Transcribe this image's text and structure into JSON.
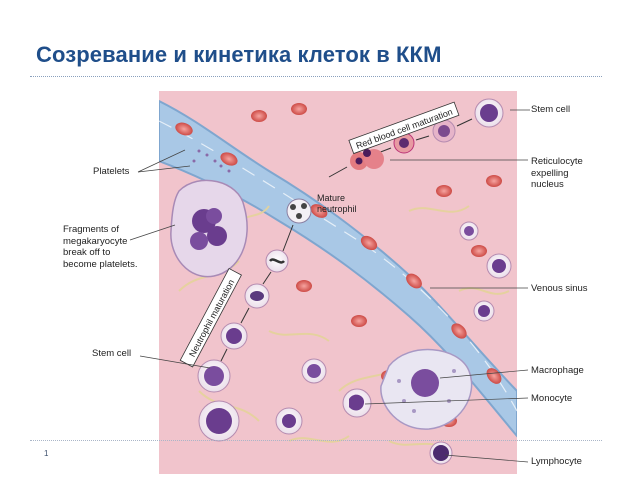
{
  "slide": {
    "title": "Созревание и кинетика клеток в ККМ",
    "page_number": "1"
  },
  "diagram": {
    "labels_left": {
      "platelets": "Platelets",
      "fragments": "Fragments of\nmegakaryocyte\nbreak off to\nbecome platelets.",
      "stem_cell": "Stem cell"
    },
    "labels_right": {
      "stem_cell": "Stem cell",
      "reticulocyte": "Reticulocyte\nexpelling\nnucleus",
      "venous_sinus": "Venous sinus",
      "macrophage": "Macrophage",
      "monocyte": "Monocyte",
      "lymphocyte": "Lymphocyte"
    },
    "labels_inner": {
      "mature_neutrophil": "Mature\nneutrophil",
      "rbc_maturation": "Red blood cell maturation",
      "neutrophil_maturation": "Neutrophil maturation"
    },
    "colors": {
      "tissue": "#f1c4cc",
      "sinus": "#a9c8e6",
      "sinus_edge": "#7fa6cf",
      "rbc": "#d9534f",
      "nucleus": "#6a3d8e",
      "fiber": "#e4d39a"
    }
  }
}
